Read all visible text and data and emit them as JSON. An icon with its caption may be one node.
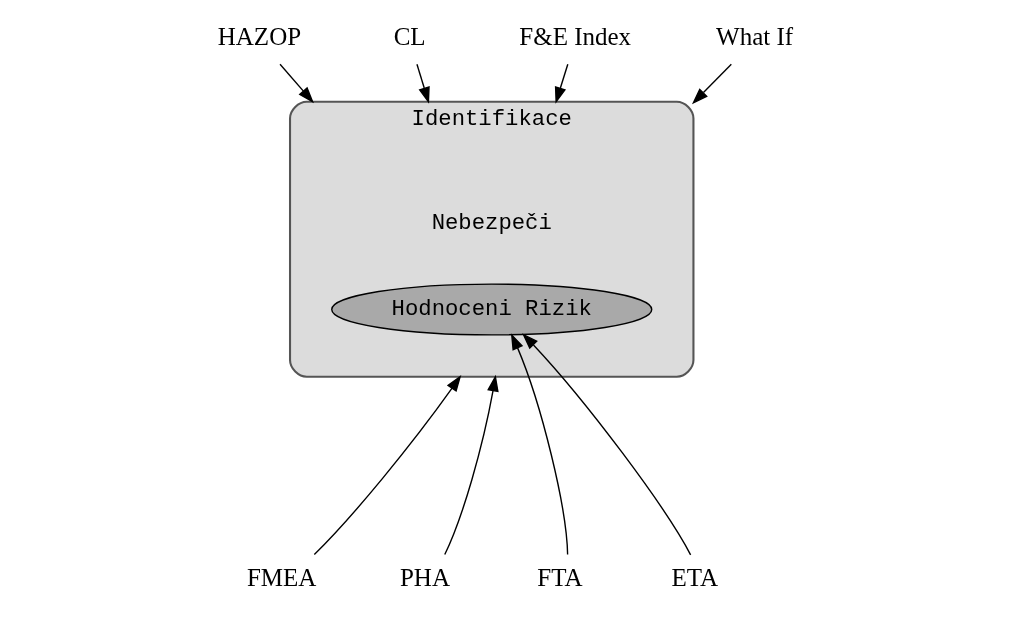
{
  "diagram": {
    "nodes": [
      {
        "text": [
          "Identifikace",
          "Nebezpeči"
        ]
      },
      {
        "text": [
          "Hodnoceni Rizik"
        ],
        "in": 0
      },
      {
        "text": [
          "HAZOP"
        ]
      },
      {
        "text": [
          "CL"
        ]
      },
      {
        "text": [
          "F&E Index"
        ]
      },
      {
        "text": [
          "What If"
        ]
      },
      {
        "text": [
          "FMEA"
        ]
      },
      {
        "text": [
          "PHA"
        ]
      },
      {
        "text": [
          "FTA"
        ]
      },
      {
        "text": [
          "ETA"
        ]
      }
    ],
    "edges": [
      {
        "from": 2,
        "to": 0,
        "arrow": "to"
      },
      {
        "from": 3,
        "to": 0,
        "arrow": "to"
      },
      {
        "from": 4,
        "to": 0,
        "arrow": "to"
      },
      {
        "from": 5,
        "to": 0,
        "arrow": "to"
      },
      {
        "from": 6,
        "to": 0,
        "arrow": "to"
      },
      {
        "from": 7,
        "to": 0,
        "arrow": "to"
      },
      {
        "from": 8,
        "to": 1,
        "arrow": "to"
      },
      {
        "from": 9,
        "to": 1,
        "arrow": "to"
      }
    ]
  }
}
